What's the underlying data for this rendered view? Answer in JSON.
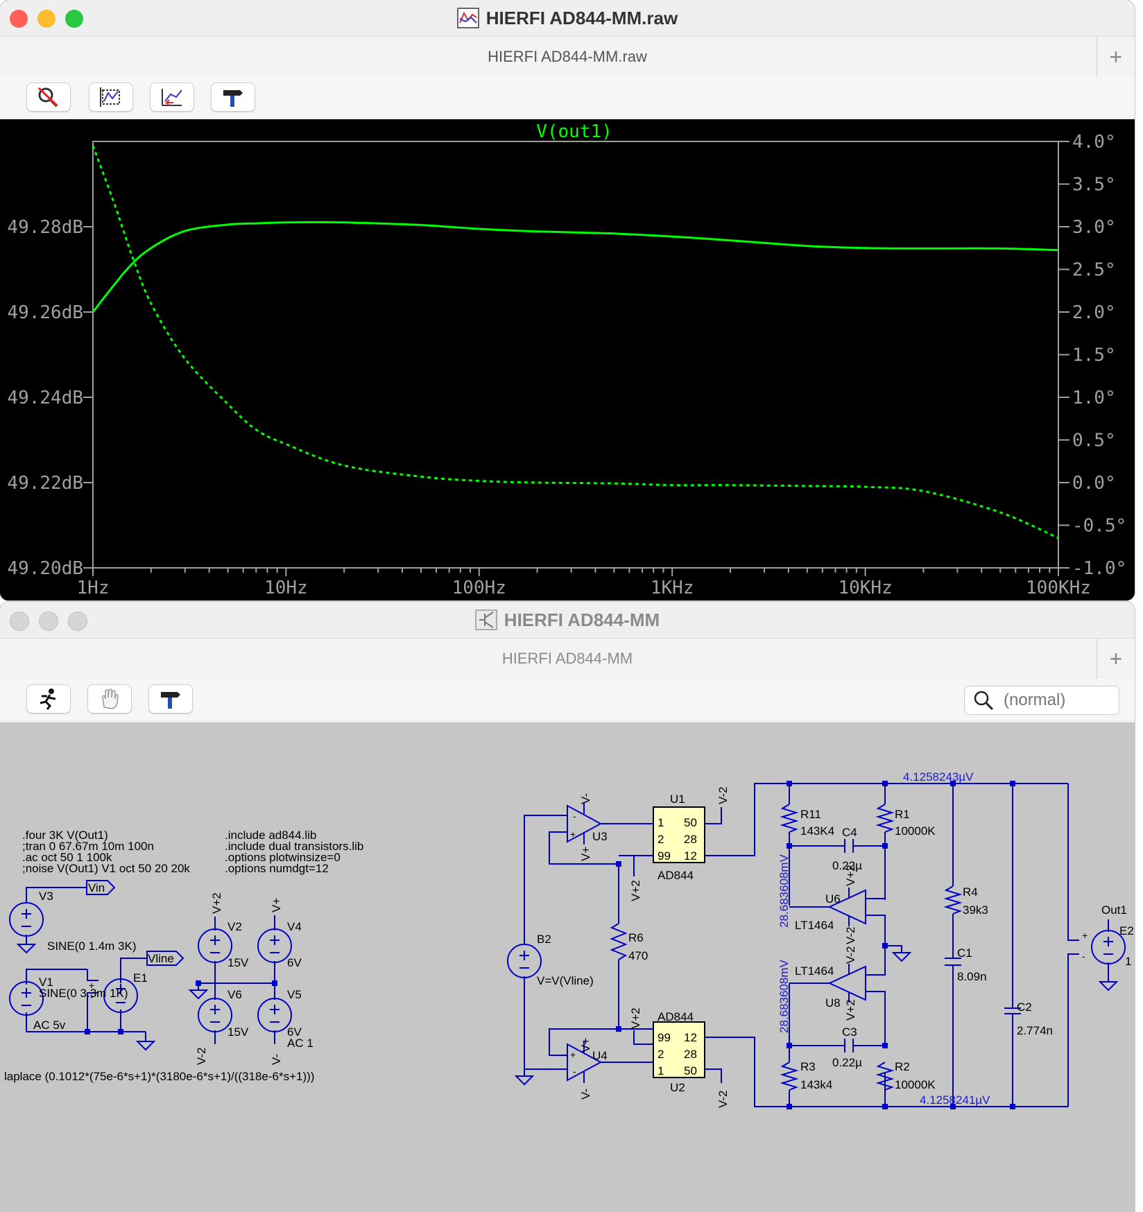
{
  "waveform_window": {
    "title": "HIERFI AD844-MM.raw",
    "tab_label": "HIERFI AD844-MM.raw",
    "toolbar": [
      "zoom-cancel-icon",
      "autorange-icon",
      "pan-back-icon",
      "hammer-icon"
    ],
    "colors": {
      "background": "#000000",
      "trace": "#00ff00",
      "axis": "#a0a0a0"
    }
  },
  "chart_data": {
    "type": "line",
    "title": "V(out1)",
    "x_scale": "log",
    "xlim": [
      1,
      100000
    ],
    "x_ticks": [
      "1Hz",
      "10Hz",
      "100Hz",
      "1KHz",
      "10KHz",
      "100KHz"
    ],
    "ylim_left": [
      49.2,
      49.3
    ],
    "y_ticks_left": [
      "49.20dB",
      "49.22dB",
      "49.24dB",
      "49.26dB",
      "49.28dB"
    ],
    "ylim_right": [
      -1.0,
      4.0
    ],
    "y_ticks_right": [
      "-1.0°",
      "-0.5°",
      "0.0°",
      "0.5°",
      "1.0°",
      "1.5°",
      "2.0°",
      "2.5°",
      "3.0°",
      "3.5°",
      "4.0°"
    ],
    "series": [
      {
        "style": "solid",
        "axis": "left",
        "unit": "dB",
        "x": [
          1,
          1.5,
          2,
          3,
          5,
          7,
          10,
          20,
          50,
          100,
          200,
          500,
          1000,
          2000,
          5000,
          10000,
          20000,
          50000,
          100000
        ],
        "y": [
          49.26,
          49.27,
          49.275,
          49.279,
          49.2805,
          49.2808,
          49.281,
          49.281,
          49.2804,
          49.2795,
          49.2789,
          49.2784,
          49.2777,
          49.2768,
          49.2755,
          49.275,
          49.2749,
          49.2749,
          49.2745
        ]
      },
      {
        "style": "dashed",
        "axis": "right",
        "unit": "°",
        "x": [
          1,
          1.3,
          1.6,
          2,
          3,
          5,
          7,
          10,
          20,
          50,
          100,
          200,
          500,
          1000,
          2000,
          5000,
          10000,
          20000,
          50000,
          100000
        ],
        "y": [
          3.95,
          3.25,
          2.65,
          2.1,
          1.45,
          0.92,
          0.62,
          0.45,
          0.2,
          0.07,
          0.02,
          0.0,
          -0.01,
          -0.03,
          -0.03,
          -0.04,
          -0.05,
          -0.1,
          -0.35,
          -0.65
        ]
      }
    ]
  },
  "schematic_window": {
    "title": "HIERFI AD844-MM",
    "tab_label": "HIERFI AD844-MM",
    "toolbar": [
      "run-icon",
      "halt-icon",
      "hammer-icon"
    ],
    "search_placeholder": "(normal)",
    "colors": {
      "background": "#c6c6c6",
      "wire": "#0000cc",
      "text": "#000000",
      "label": "#1a1ad0",
      "part_fill": "#ffffc0"
    },
    "directives": [
      ".four 3K V(Out1)",
      ";tran 0 67.67m 10m 100n",
      ".ac oct 50 1 100k",
      ";noise V(Out1) V1 oct 50 20 20k"
    ],
    "includes": [
      ".include ad844.lib",
      ".include dual transistors.lib",
      ".options plotwinsize=0",
      ".options numdgt=12"
    ],
    "laplace": "laplace (0.1012*(75e-6*s+1)*(3180e-6*s+1)/((318e-6*s+1)))",
    "labels": {
      "v3": "V3",
      "v3_value": "SINE(0 1.4m 3K)",
      "vin": "Vin",
      "v1": "V1",
      "v1_value": "SINE(0 3.3m 1K)",
      "v1_ac": "AC 5v",
      "e1": "E1",
      "vline": "Vline",
      "v2": "V2",
      "v2_value": "15V",
      "v4": "V4",
      "v4_value": "6V",
      "v6": "V6",
      "v6_value": "15V",
      "v5": "V5",
      "v5_value": "6V",
      "v5_ac": "AC 1",
      "vp2": "V+2",
      "vm2": "V-2",
      "vp": "V+",
      "vm": "V-",
      "b2": "B2",
      "b2_value": "V=V(Vline)",
      "u1": "U1",
      "u2": "U2",
      "u3": "U3",
      "u4": "U4",
      "ad844": "AD844",
      "pin1": "1",
      "pin2": "2",
      "pin99": "99",
      "pin50": "50",
      "pin28": "28",
      "pin12": "12",
      "r6": "R6",
      "r6_value": "470",
      "r11": "R11",
      "r11_value": "143K4",
      "r1": "R1",
      "r1_value": "10000K",
      "c4": "C4",
      "c4_value": "0.22µ",
      "u6": "U6",
      "u8": "U8",
      "lt1464": "LT1464",
      "r3": "R3",
      "r3_value": "143k4",
      "r2": "R2",
      "r2_value": "10000K",
      "c3": "C3",
      "c3_value": "0.22µ",
      "r4": "R4",
      "r4_value": "39k3",
      "c1": "C1",
      "c1_value": "8.09n",
      "c2": "C2",
      "c2_value": "2.774n",
      "out1": "Out1",
      "e2": "E2",
      "e2_gain": "1",
      "node_top": "4.1258243µV",
      "node_bottom": "4.1258241µV",
      "node_u6": "28.683608mV",
      "node_u8": "28.683608mV",
      "plus": "+",
      "minus": "-"
    }
  }
}
